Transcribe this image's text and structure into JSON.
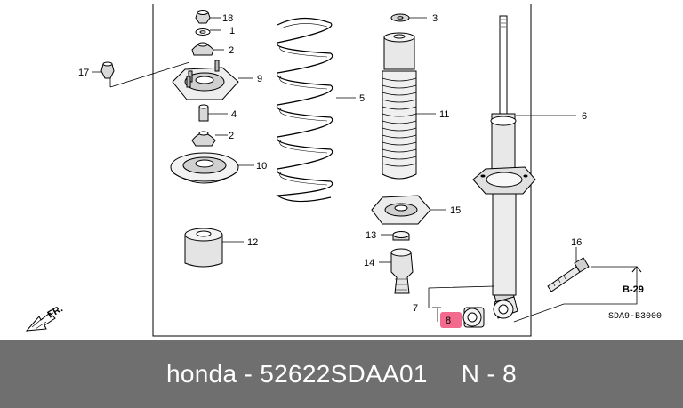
{
  "diagram": {
    "code": "SDA9-B3000",
    "fr_label": "FR.",
    "ref_label": "B-29",
    "callouts": {
      "p18": "18",
      "p1": "1",
      "p2a": "2",
      "p9": "9",
      "p17": "17",
      "p4": "4",
      "p2b": "2",
      "p10": "10",
      "p12": "12",
      "p5": "5",
      "p3": "3",
      "p11": "11",
      "p6": "6",
      "p15": "15",
      "p13": "13",
      "p14": "14",
      "p16": "16",
      "p7": "7",
      "p8": "8"
    },
    "colors": {
      "highlight": "#f26b8e",
      "line": "#000000",
      "shade": "#c8c8c8"
    }
  },
  "footer": {
    "brand": "honda",
    "dash": "-",
    "part_number": "52622SDAA01",
    "position": "N - 8",
    "background": "#6f6f6f"
  }
}
